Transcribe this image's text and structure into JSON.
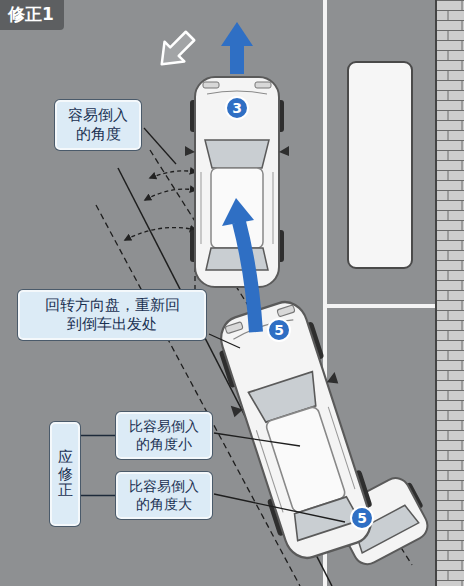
{
  "diagram": {
    "title": "修正1",
    "nodes": [
      {
        "text": [
          "容易倒入的角度"
        ]
      },
      {
        "text": [
          "回转方向盘，重新回到倒车出发处"
        ]
      },
      {
        "text": [
          "应修正"
        ]
      },
      {
        "text": [
          "比容易倒入的角度小"
        ]
      },
      {
        "text": [
          "比容易倒入的角度大"
        ]
      }
    ],
    "edges": [
      {
        "from": 2,
        "to": 3,
        "arrow": "none"
      },
      {
        "from": 2,
        "to": 4,
        "arrow": "none"
      }
    ],
    "labels": [
      "3",
      "5",
      "5"
    ]
  }
}
